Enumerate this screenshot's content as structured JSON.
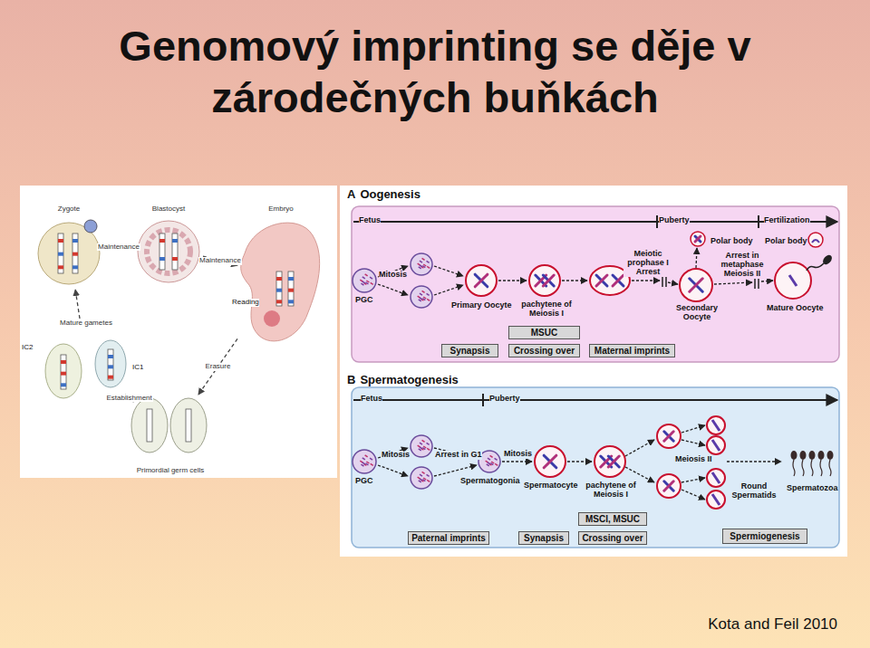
{
  "diagram": {
    "title": "Genomový imprinting se děje v zárodečných buňkách",
    "caption": "Kota and Feil 2010",
    "nodes": [
      {
        "text": [
          "Zygote"
        ]
      },
      {
        "text": [
          "Blastocyst"
        ]
      },
      {
        "text": [
          "Embryo"
        ]
      },
      {
        "text": [
          "Mature gametes"
        ]
      },
      {
        "text": [
          "Primordial germ cells"
        ]
      },
      {
        "text": [
          "A",
          "Oogenesis"
        ]
      },
      {
        "text": [
          "MSUC"
        ],
        "in": 5
      },
      {
        "text": [
          "Synapsis"
        ],
        "in": 5
      },
      {
        "text": [
          "Crossing over"
        ],
        "in": 5
      },
      {
        "text": [
          "Maternal imprints"
        ],
        "in": 5
      },
      {
        "text": [
          "B",
          "Spermatogenesis"
        ]
      },
      {
        "text": [
          "MSCI, MSUC"
        ],
        "in": 10
      },
      {
        "text": [
          "Paternal imprints"
        ],
        "in": 10
      },
      {
        "text": [
          "Synapsis"
        ],
        "in": 10
      },
      {
        "text": [
          "Crossing over"
        ],
        "in": 10
      },
      {
        "text": [
          "Spermiogenesis"
        ],
        "in": 10
      }
    ],
    "edges": [
      {
        "from": 0,
        "to": 1,
        "arrow": "to",
        "label": "Maintenance"
      },
      {
        "from": 1,
        "to": 2,
        "arrow": "to",
        "label": "Maintenance"
      },
      {
        "from": 2,
        "to": 4,
        "arrow": "to",
        "label": "Erasure"
      },
      {
        "from": 4,
        "to": 3,
        "arrow": "to",
        "label": "Establishment"
      },
      {
        "from": 3,
        "to": 0,
        "arrow": "to"
      }
    ],
    "labels": [
      "Fetus",
      "Puberty",
      "Fertilization",
      "Mitosis",
      "PGC",
      "Primary Oocyte",
      "pachytene of Meiosis I",
      "Meiotic prophase I Arrest",
      "Polar body",
      "Arrest in metaphase Meiosis II",
      "Polar body",
      "Secondary Oocyte",
      "Mature Oocyte",
      "Fetus",
      "Puberty",
      "Mitosis",
      "Arrest in G1",
      "Mitosis",
      "PGC",
      "Spermatogonia",
      "Spermatocyte",
      "pachytene of Meiosis I",
      "Meiosis II",
      "Round Spermatids",
      "Spermatozoa",
      "Reading",
      "IC2",
      "IC1"
    ]
  }
}
